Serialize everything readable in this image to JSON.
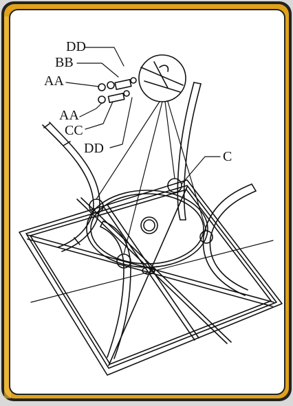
{
  "labels": {
    "dd_top": "DD",
    "bb": "BB",
    "aa_top": "AA",
    "aa_bottom": "AA",
    "cc": "CC",
    "dd_bottom": "DD",
    "c": "C"
  },
  "colors": {
    "frame_gold": "#e0a21a",
    "frame_dark": "#222222",
    "panel": "#ffffff",
    "background": "#d9d9d9"
  }
}
